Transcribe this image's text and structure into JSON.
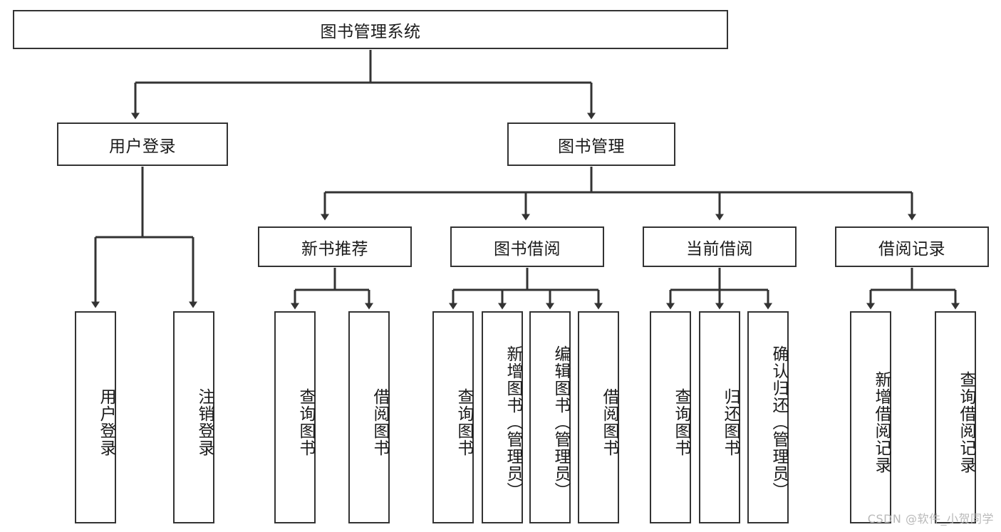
{
  "diagram": {
    "title": "图书管理系统",
    "root": {
      "label": "图书管理系统"
    },
    "level2": [
      {
        "label": "用户登录"
      },
      {
        "label": "图书管理"
      }
    ],
    "level3": [
      {
        "label": "新书推荐"
      },
      {
        "label": "图书借阅"
      },
      {
        "label": "当前借阅"
      },
      {
        "label": "借阅记录"
      }
    ],
    "leaves": {
      "user_login": [
        {
          "label": "用户登录"
        },
        {
          "label": "注销登录"
        }
      ],
      "new_book_recommend": [
        {
          "label": "查询图书"
        },
        {
          "label": "借阅图书"
        }
      ],
      "book_borrow": [
        {
          "label": "查询图书"
        },
        {
          "label": "新增图书（管理员）"
        },
        {
          "label": "编辑图书（管理员）"
        },
        {
          "label": "借阅图书"
        }
      ],
      "current_borrow": [
        {
          "label": "查询图书"
        },
        {
          "label": "归还图书"
        },
        {
          "label": "确认归还（管理员）"
        }
      ],
      "borrow_record": [
        {
          "label": "新增借阅记录"
        },
        {
          "label": "查询借阅记录"
        }
      ]
    }
  },
  "watermark": {
    "text": "CSDN @软件_小贺同学"
  },
  "colors": {
    "box_border": "#333333",
    "connector": "#333333",
    "text": "#1a1a1a",
    "background": "#ffffff",
    "watermark": "#b9b9b9"
  }
}
